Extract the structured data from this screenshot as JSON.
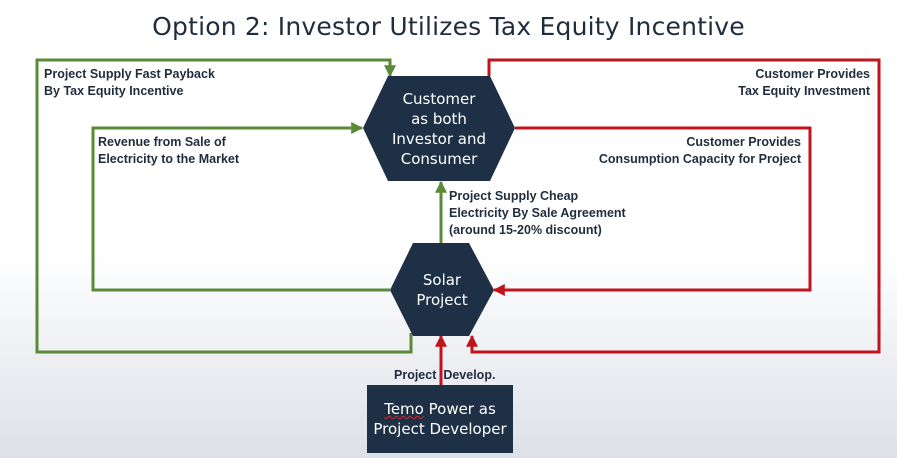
{
  "title": "Option 2: Investor Utilizes Tax Equity Incentive",
  "colors": {
    "green": "#5a8a35",
    "red": "#c0141d",
    "node": "#1d3046"
  },
  "nodes": {
    "customer": {
      "lines": [
        "Customer",
        "as both",
        "Investor and",
        "Consumer"
      ]
    },
    "solar": {
      "lines": [
        "Solar",
        "Project"
      ]
    },
    "developer": {
      "brand": "Temo",
      "line1_rest": " Power as",
      "line2": "Project Developer"
    }
  },
  "labels": {
    "fast_payback": {
      "line1": "Project Supply Fast Payback",
      "line2": "By Tax Equity Incentive"
    },
    "revenue": {
      "line1": "Revenue from Sale of",
      "line2": "Electricity to the Market"
    },
    "tax_equity_investment": {
      "line1": "Customer Provides",
      "line2": "Tax Equity Investment"
    },
    "consumption_capacity": {
      "line1": "Customer Provides",
      "line2": "Consumption Capacity for Project"
    },
    "cheap_electricity": {
      "line1": "Project Supply Cheap",
      "line2": "Electricity By Sale Agreement",
      "line3": "(around 15-20% discount)"
    },
    "develop": "Project  Develop."
  }
}
